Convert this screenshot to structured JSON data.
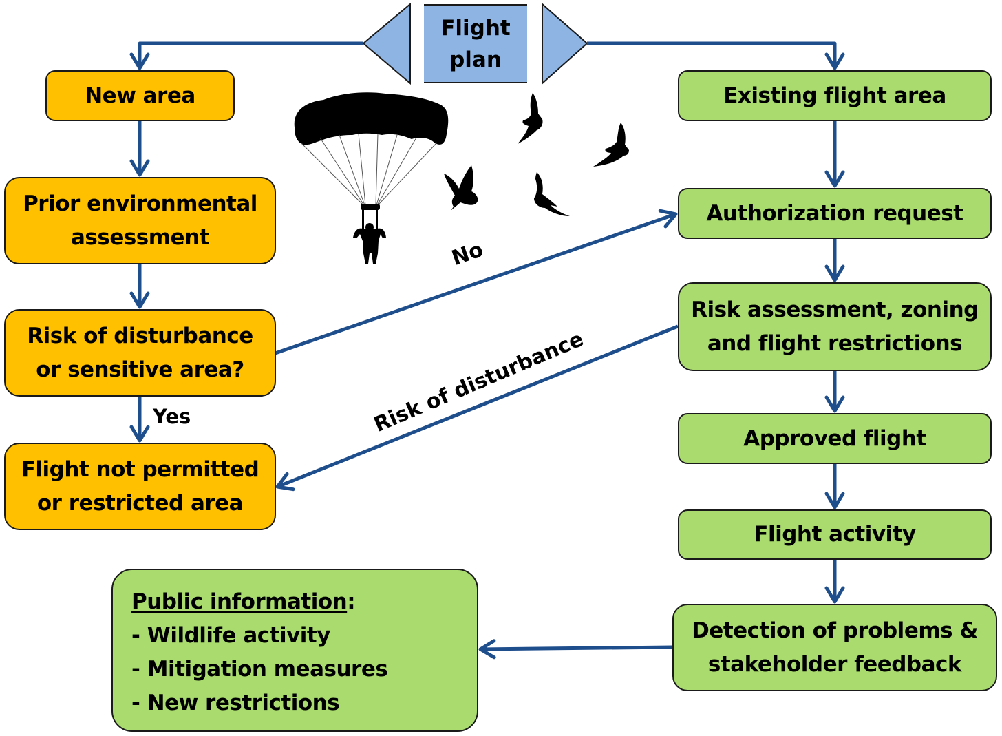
{
  "diagram": {
    "start": {
      "label": "Flight\nplan"
    },
    "left_branch": {
      "nodes": [
        {
          "id": "new-area",
          "label": "New area"
        },
        {
          "id": "prior-assessment",
          "label": "Prior environmental\nassessment"
        },
        {
          "id": "risk-question",
          "label": "Risk of disturbance\nor sensitive area?"
        },
        {
          "id": "not-permitted",
          "label": "Flight not permitted\nor restricted area"
        }
      ],
      "yes_label": "Yes"
    },
    "right_branch": {
      "nodes": [
        {
          "id": "existing-area",
          "label": "Existing flight area"
        },
        {
          "id": "authorization",
          "label": "Authorization request"
        },
        {
          "id": "risk-assessment",
          "label": "Risk assessment, zoning\nand flight restrictions"
        },
        {
          "id": "approved",
          "label": "Approved flight"
        },
        {
          "id": "activity",
          "label": "Flight activity"
        },
        {
          "id": "detection",
          "label": "Detection of problems &\nstakeholder feedback"
        }
      ]
    },
    "edge_labels": {
      "no": "No",
      "risk": "Risk of disturbance"
    },
    "public_info": {
      "title": "Public information",
      "title_suffix": ":",
      "items": [
        "- Wildlife activity",
        "- Mitigation measures",
        "- New restrictions"
      ]
    },
    "illustrations": [
      "paraglider-silhouette",
      "bird-silhouette",
      "bird-silhouette",
      "bird-silhouette",
      "bird-silhouette"
    ],
    "colors": {
      "left_fill": "#ffc000",
      "right_fill": "#a9db6f",
      "start_fill": "#8eb4e3",
      "arrow": "#1f4e8c",
      "border": "#1a1a1a"
    }
  }
}
